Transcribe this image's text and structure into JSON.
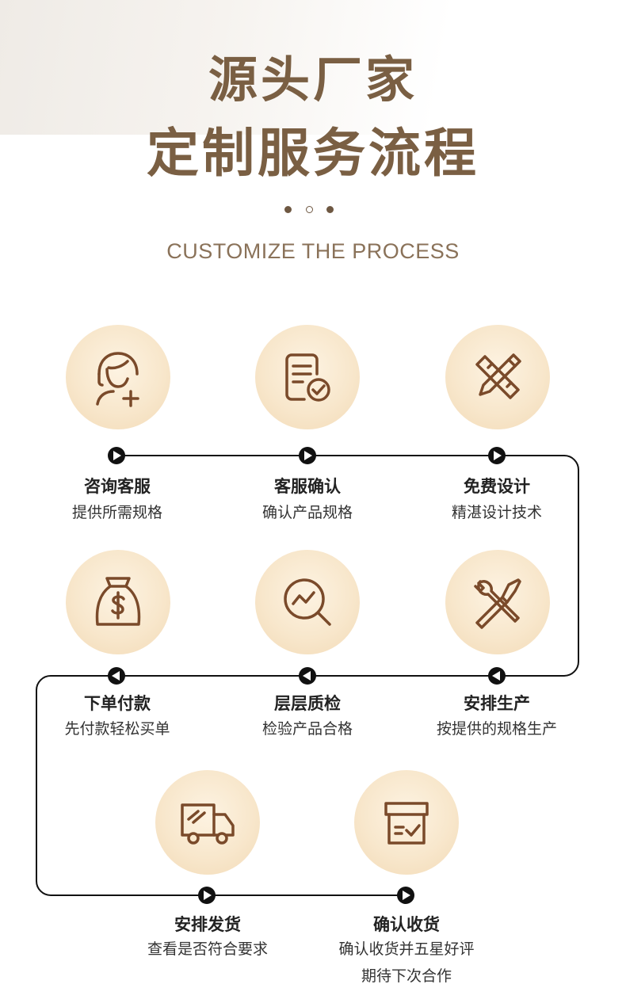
{
  "header": {
    "title_line1": "源头厂家",
    "title_line2": "定制服务流程",
    "subtitle": "CUSTOMIZE THE PROCESS"
  },
  "steps": [
    {
      "title": "咨询客服",
      "desc": "提供所需规格",
      "icon": "customer-service-icon"
    },
    {
      "title": "客服确认",
      "desc": "确认产品规格",
      "icon": "document-check-icon"
    },
    {
      "title": "免费设计",
      "desc": "精湛设计技术",
      "icon": "pencil-ruler-icon"
    },
    {
      "title": "下单付款",
      "desc": "先付款轻松买单",
      "icon": "money-bag-icon"
    },
    {
      "title": "层层质检",
      "desc": "检验产品合格",
      "icon": "magnifier-chart-icon"
    },
    {
      "title": "安排生产",
      "desc": "按提供的规格生产",
      "icon": "tools-icon"
    },
    {
      "title": "安排发货",
      "desc": "查看是否符合要求",
      "icon": "truck-icon"
    },
    {
      "title": "确认收货",
      "desc": "确认收货并五星好评",
      "desc2": "期待下次合作",
      "icon": "box-check-icon"
    }
  ],
  "colors": {
    "title": "#7a5f43",
    "icon_stroke": "#7a4a2a",
    "circle_fill": "#f8e7cc",
    "line": "#111111"
  }
}
